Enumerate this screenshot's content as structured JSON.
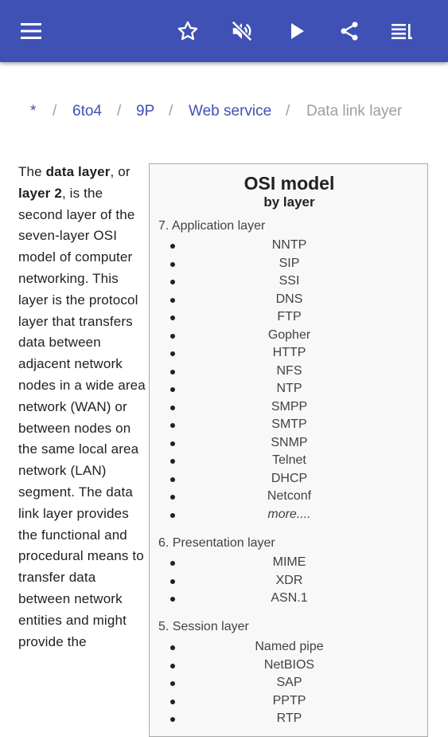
{
  "appbar": {
    "background": "#3f51b5",
    "icons": [
      "menu-icon",
      "star-icon",
      "mute-icon",
      "play-icon",
      "share-icon",
      "playlist-icon"
    ]
  },
  "breadcrumb": {
    "items": [
      "*",
      "6to4",
      "9P",
      "Web service"
    ],
    "separator": "/",
    "current": "Data link layer"
  },
  "article": {
    "t1": "The ",
    "b1": "data layer",
    "t2": ", or ",
    "b2": "layer 2",
    "t3": ", is the second layer of the seven-layer OSI model of computer networking. This layer is the protocol layer that transfers data between adjacent network nodes in a wide area network (WAN) or between nodes on the same local area network (LAN) segment. The data link layer provides the functional and procedural means to transfer data between network entities and might provide the"
  },
  "infobox": {
    "title": "OSI model",
    "subtitle": "by layer",
    "layers": [
      {
        "heading": "7.  Application layer",
        "items": [
          "NNTP",
          "SIP",
          "SSI",
          "DNS",
          "FTP",
          "Gopher",
          "HTTP",
          "NFS",
          "NTP",
          "SMPP",
          "SMTP",
          "SNMP",
          "Telnet",
          "DHCP",
          "Netconf",
          "more...."
        ]
      },
      {
        "heading": "6.  Presentation layer",
        "items": [
          "MIME",
          "XDR",
          "ASN.1"
        ]
      },
      {
        "heading": "5.  Session layer",
        "items": [
          "Named pipe",
          "NetBIOS",
          "SAP",
          "PPTP",
          "RTP"
        ]
      }
    ]
  }
}
